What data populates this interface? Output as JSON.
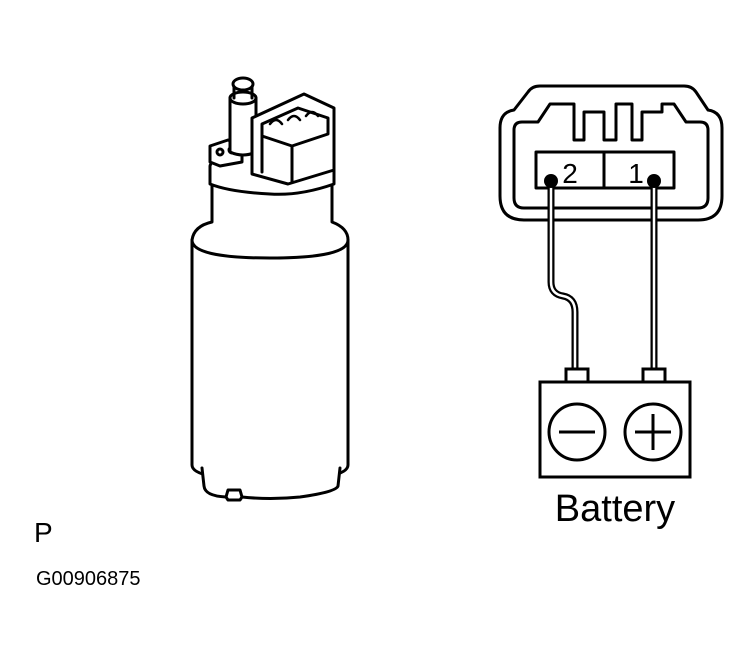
{
  "connector": {
    "pin_2_label": "2",
    "pin_1_label": "1"
  },
  "battery": {
    "label": "Battery",
    "negative_icon": "minus-icon",
    "positive_icon": "plus-icon"
  },
  "view_letter": "P",
  "figure_code": "G00906875",
  "colors": {
    "line": "#000000",
    "background": "#ffffff"
  }
}
